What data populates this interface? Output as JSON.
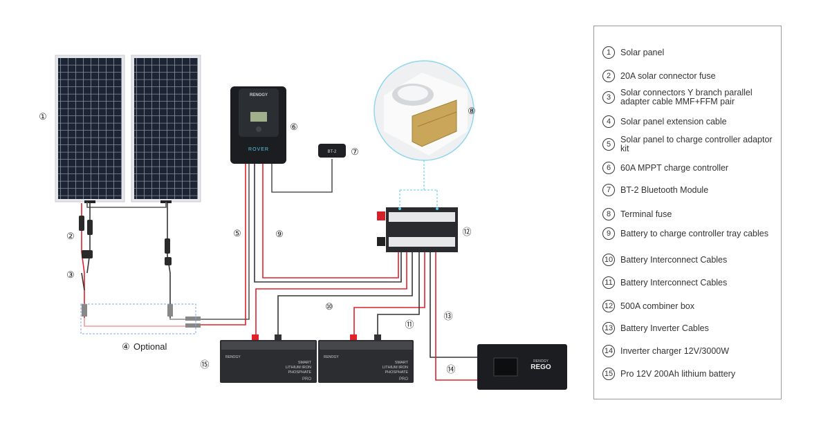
{
  "legend": {
    "items": [
      {
        "num": "1",
        "text": "Solar panel"
      },
      {
        "num": "2",
        "text": "20A solar connector fuse"
      },
      {
        "num": "3",
        "text": "Solar connectors Y branch parallel adapter cable MMF+FFM pair"
      },
      {
        "num": "4",
        "text": "Solar panel extension cable"
      },
      {
        "num": "5",
        "text": "Solar panel to charge controller adaptor kit"
      },
      {
        "num": "6",
        "text": "60A MPPT charge controller"
      },
      {
        "num": "7",
        "text": "BT-2 Bluetooth Module"
      },
      {
        "num": "8",
        "text": "Terminal fuse"
      },
      {
        "num": "9",
        "text": "Battery to charge controller tray cables"
      },
      {
        "num": "10",
        "text": "Battery Interconnect Cables"
      },
      {
        "num": "11",
        "text": "Battery Interconnect Cables"
      },
      {
        "num": "12",
        "text": "500A combiner box"
      },
      {
        "num": "13",
        "text": "Battery Inverter Cables"
      },
      {
        "num": "14",
        "text": "Inverter charger 12V/3000W"
      },
      {
        "num": "15",
        "text": "Pro 12V 200Ah lithium battery"
      }
    ]
  },
  "callouts": {
    "c1": "①",
    "c2": "②",
    "c3": "③",
    "c4": "④",
    "c4_text": "Optional",
    "c5": "⑤",
    "c6": "⑥",
    "c7": "⑦",
    "c8": "⑧",
    "c9": "⑨",
    "c10": "⑩",
    "c11": "⑪",
    "c12": "⑫",
    "c13": "⑬",
    "c14": "⑭",
    "c15": "⑮"
  },
  "devices": {
    "controller_brand": "RENOGY",
    "controller_name": "ROVER",
    "bt_label": "BT-2",
    "battery_brand": "RENOGY",
    "battery_line1": "SMART",
    "battery_line2": "LITHIUM IRON",
    "battery_line3": "PHOSPHATE",
    "battery_badge": "PRO",
    "inverter_brand": "RENOGY",
    "inverter_name": "REGO"
  },
  "colors": {
    "positive_wire": "#e0202a",
    "negative_wire": "#333333",
    "fuse_link": "#5bc8e8",
    "optional_box": "#8aa6e0"
  }
}
